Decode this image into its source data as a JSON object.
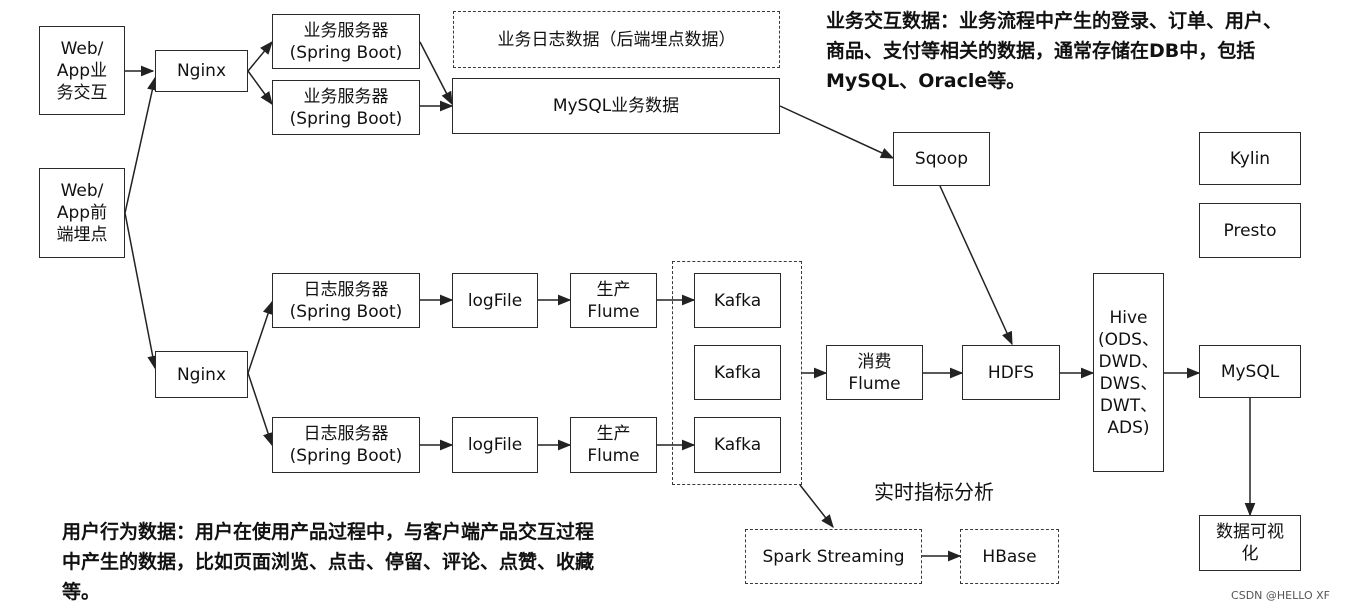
{
  "nodes": {
    "web_app_interact": "Web/\nApp业\n务交互",
    "web_app_tracking": "Web/\nApp前\n端埋点",
    "nginx_top": "Nginx",
    "nginx_bottom": "Nginx",
    "biz_server_1": "业务服务器\n(Spring Boot)",
    "biz_server_2": "业务服务器\n(Spring Boot)",
    "biz_log_data": "业务日志数据（后端埋点数据）",
    "mysql_biz": "MySQL业务数据",
    "sqoop": "Sqoop",
    "kylin": "Kylin",
    "presto": "Presto",
    "log_server_1": "日志服务器\n(Spring Boot)",
    "log_server_2": "日志服务器\n(Spring Boot)",
    "logfile_1": "logFile",
    "logfile_2": "logFile",
    "flume_prod_1": "生产\nFlume",
    "flume_prod_2": "生产\nFlume",
    "kafka_1": "Kafka",
    "kafka_2": "Kafka",
    "kafka_3": "Kafka",
    "flume_consume": "消费\nFlume",
    "hdfs": "HDFS",
    "hive": "Hive\n(ODS、\nDWD、\nDWS、\nDWT、\nADS)",
    "mysql_result": "MySQL",
    "data_viz": "数据可视\n化",
    "spark_streaming": "Spark Streaming",
    "hbase": "HBase"
  },
  "notes": {
    "business_interaction": "业务交互数据：业务流程中产生的登录、订单、用户、\n商品、支付等相关的数据，通常存储在DB中，包括\nMySQL、Oracle等。",
    "user_behavior": "用户行为数据：用户在使用产品过程中，与客户端产品交互过程\n中产生的数据，比如页面浏览、点击、停留、评论、点赞、收藏\n等。",
    "realtime_label": "实时指标分析"
  },
  "watermark": "CSDN @HELLO XF"
}
